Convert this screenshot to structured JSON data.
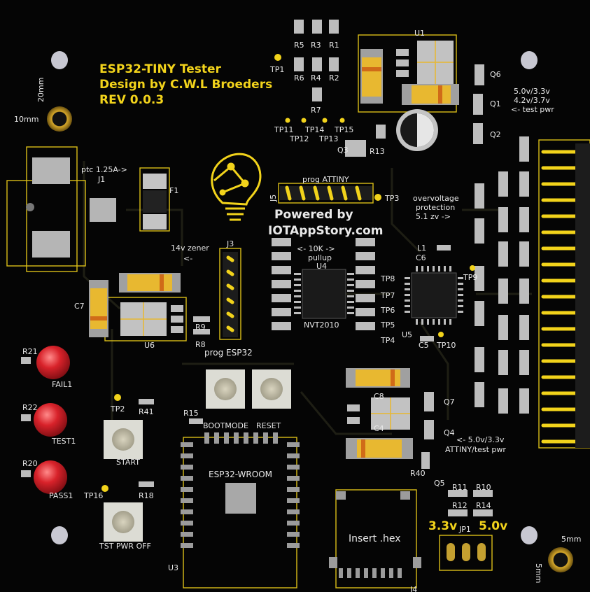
{
  "title": {
    "line1": "ESP32-TINY Tester",
    "line2": "Design by C.W.L Broeders",
    "line3": "REV 0.0.3"
  },
  "branding": {
    "powered_by": "Powered by",
    "site": "IOTAppStory.com"
  },
  "notes": {
    "ptc": "ptc 1.25A->",
    "zener": "14v zener",
    "zener_arrow": "<-",
    "pullup": "<- 10K ->",
    "pullup2": "pullup",
    "prog_attiny": "prog ATTINY",
    "prog_esp32": "prog ESP32",
    "overvoltage": "overvoltage",
    "protection": "protection",
    "zv": "5.1 zv ->",
    "test_pwr_1": "5.0v/3.3v",
    "test_pwr_2": "4.2v/3.7v",
    "test_pwr_3": "<- test pwr",
    "attiny_pwr_1": "<- 5.0v/3.3v",
    "attiny_pwr_2": "ATTINY/test pwr",
    "insert_hex": "Insert .hex",
    "v33": "3.3v",
    "v50": "5.0v",
    "dim_20mm": "20mm",
    "dim_10mm": "10mm",
    "dim_5mm_h": "5mm",
    "dim_5mm_v": "5mm"
  },
  "components": {
    "u1": "U1",
    "u3": "U3",
    "u4": "U4",
    "u5": "U5",
    "u6": "U6",
    "j1": "J1",
    "j3": "J3",
    "j4": "J4",
    "j5": "J5",
    "f1": "F1",
    "r1": "R1",
    "r2": "R2",
    "r3": "R3",
    "r4": "R4",
    "r5": "R5",
    "r6": "R6",
    "r7": "R7",
    "r8": "R8",
    "r9": "R9",
    "r10": "R10",
    "r11": "R11",
    "r12": "R12",
    "r13": "R13",
    "r14": "R14",
    "r15": "R15",
    "r18": "R18",
    "r20": "R20",
    "r21": "R21",
    "r22": "R22",
    "r40": "R40",
    "r41": "R41",
    "q1": "Q1",
    "q2": "Q2",
    "q3": "Q3",
    "q4": "Q4",
    "q5": "Q5",
    "q6": "Q6",
    "q7": "Q7",
    "c4": "C4",
    "c5": "C5",
    "c6": "C6",
    "c7": "C7",
    "c8": "C8",
    "l1": "L1",
    "jp1": "JP1",
    "tp1": "TP1",
    "tp2": "TP2",
    "tp3": "TP3",
    "tp4": "TP4",
    "tp5": "TP5",
    "tp6": "TP6",
    "tp7": "TP7",
    "tp8": "TP8",
    "tp9": "TP9",
    "tp10": "TP10",
    "tp11": "TP11",
    "tp12": "TP12",
    "tp13": "TP13",
    "tp14": "TP14",
    "tp15": "TP15",
    "tp16": "TP16"
  },
  "chips": {
    "u4_name": "NVT2010",
    "esp": "ESP32-WROOM"
  },
  "buttons": {
    "bootmode": "BOOTMODE",
    "reset": "RESET",
    "start": "START",
    "test_pwr_off": "TST PWR OFF"
  },
  "leds": {
    "fail": "FAIL1",
    "test": "TEST1",
    "pass": "PASS1"
  },
  "colors": {
    "silkscreen": "#f2d31b",
    "board": "#050505",
    "pad": "#b8b8b8",
    "led": "#d8222a",
    "cap_tantalum": "#e8b830"
  }
}
